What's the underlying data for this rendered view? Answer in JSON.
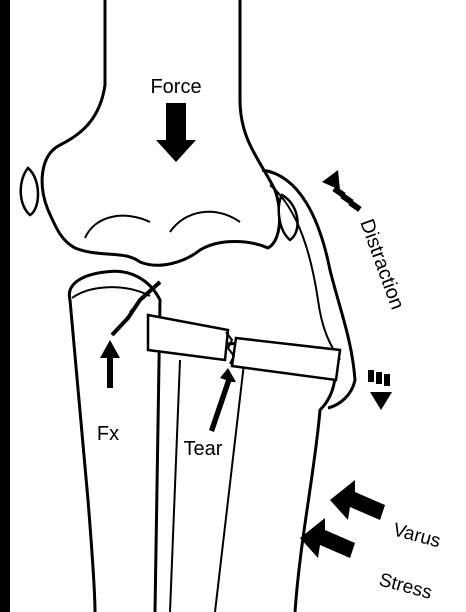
{
  "labels": {
    "force": "Force",
    "distraction": "Distraction",
    "fx": "Fx",
    "tear": "Tear",
    "varus": "Varus",
    "stress": "Stress"
  },
  "colors": {
    "background": "#000000",
    "paper": "#ffffff",
    "ink": "#000000"
  }
}
